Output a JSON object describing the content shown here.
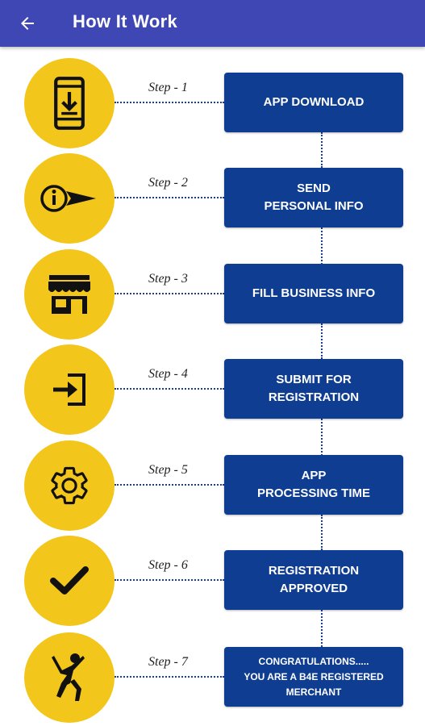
{
  "header": {
    "title": "How It Work",
    "background": "#3f47b5",
    "back_icon": "arrow-left-icon"
  },
  "theme": {
    "circle": "#f2c61b",
    "box": "#0f3d91",
    "line": "#1a3f8f"
  },
  "steps": [
    {
      "label": "Step - 1",
      "text": "APP DOWNLOAD",
      "icon": "phone-download-icon"
    },
    {
      "label": "Step - 2",
      "text": "SEND\nPERSONAL INFO",
      "icon": "info-pointer-icon"
    },
    {
      "label": "Step - 3",
      "text": "FILL BUSINESS INFO",
      "icon": "store-icon"
    },
    {
      "label": "Step - 4",
      "text": "SUBMIT FOR\nREGISTRATION",
      "icon": "sign-in-icon"
    },
    {
      "label": "Step - 5",
      "text": "APP\nPROCESSING TIME",
      "icon": "gear-icon"
    },
    {
      "label": "Step - 6",
      "text": "REGISTRATION\nAPPROVED",
      "icon": "checkmark-icon"
    },
    {
      "label": "Step - 7",
      "text": "CONGRATULATIONS.....\nYOU ARE A B4E REGISTERED\nMERCHANT",
      "icon": "celebrating-person-icon"
    }
  ]
}
